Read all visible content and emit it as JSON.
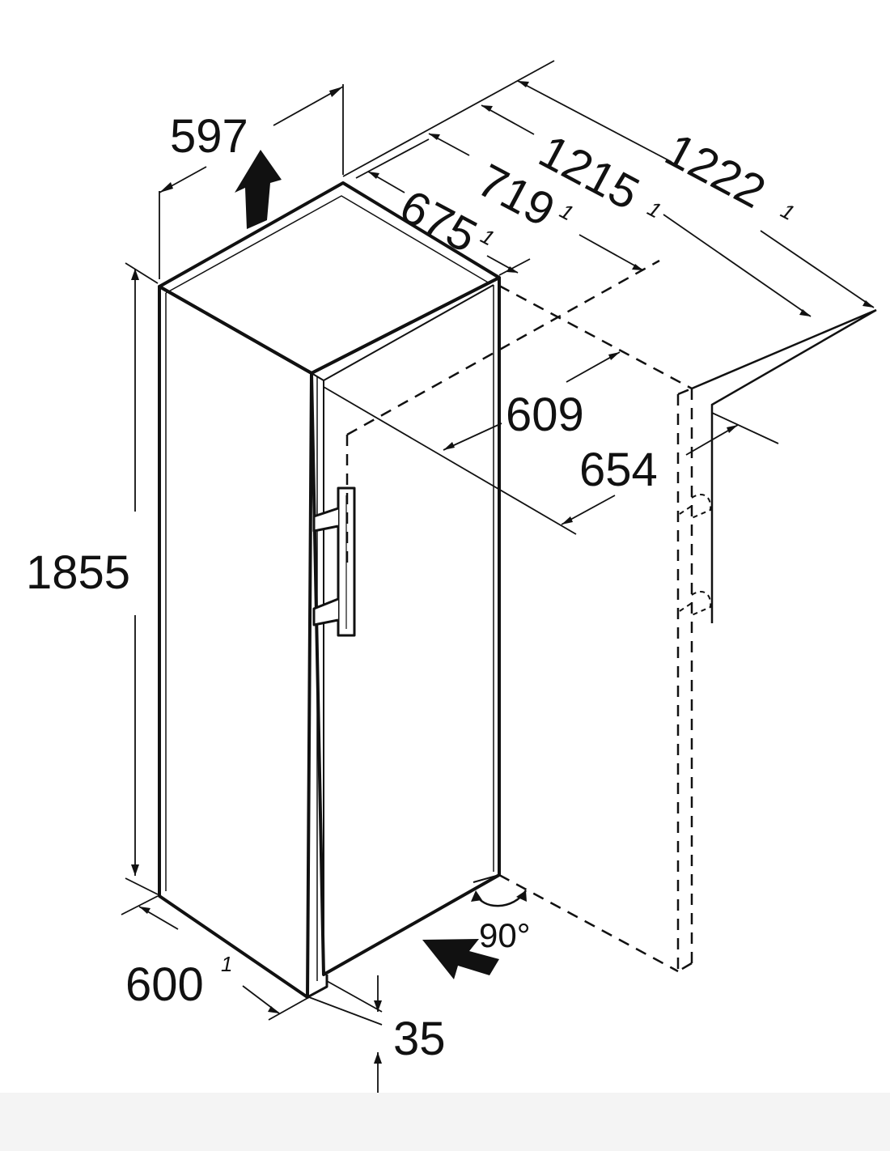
{
  "dimensions": {
    "width": "597",
    "depth_door_closed": "675",
    "depth_door_closed_note": "1",
    "depth_with_handle": "719",
    "depth_with_handle_note": "1",
    "depth_door_open": "1215",
    "depth_door_open_note": "1",
    "depth_door_open_total": "1222",
    "depth_door_open_total_note": "1",
    "door_width": "609",
    "door_open_width": "654",
    "height": "1855",
    "base_width": "600",
    "base_width_note": "1",
    "clearance": "35",
    "door_angle": "90°"
  },
  "colors": {
    "line": "#111111",
    "background": "#ffffff",
    "strip": "#f4f4f4"
  }
}
